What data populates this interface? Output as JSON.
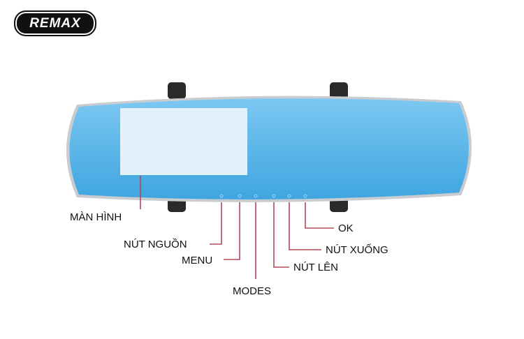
{
  "brand": "REMAX",
  "labels": {
    "screen": "MÀN HÌNH",
    "power": "NÚT NGUỒN",
    "menu": "MENU",
    "modes": "MODES",
    "up": "NÚT LÊN",
    "down": "NÚT XUỐNG",
    "ok": "OK"
  },
  "colors": {
    "mirror": "#4fb0e6",
    "screen": "#e4f1fa",
    "leader": "#b0485a"
  }
}
